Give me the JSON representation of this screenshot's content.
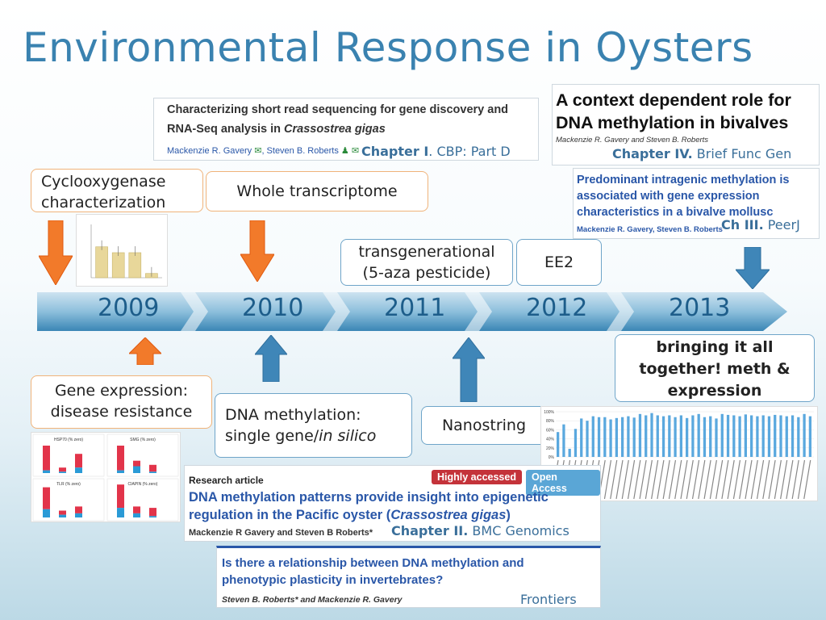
{
  "slide": {
    "title": "Environmental Response in Oysters"
  },
  "papers": {
    "cbp": {
      "title_line1": "Characterizing short read sequencing for gene discovery and",
      "title_line2_prefix": "RNA-Seq analysis in ",
      "title_line2_italic": "Crassostrea gigas",
      "authors": "Mackenzie R. Gavery",
      "authors2": ", Steven B. Roberts",
      "chapter_bold": "Chapter I",
      "chapter_rest": ". CBP: Part D"
    },
    "bfg": {
      "title_line1": "A context dependent role for",
      "title_line2": "DNA methylation in bivalves",
      "authors": "Mackenzie R. Gavery and Steven B. Roberts",
      "chapter_bold": "Chapter IV.",
      "chapter_rest": " Brief Func Gen"
    },
    "peerj": {
      "title_line1": "Predominant intragenic methylation is",
      "title_line2": "associated with gene expression",
      "title_line3": "characteristics in a bivalve mollusc",
      "authors": "Mackenzie R. Gavery, Steven B. Roberts",
      "chapter_bold": "Ch III.",
      "chapter_rest": " PeerJ"
    },
    "bmc": {
      "header": "Research article",
      "badge1": "Highly accessed",
      "badge2": "Open Access",
      "title_line1": "DNA methylation patterns provide insight into epigenetic",
      "title_line2_prefix": "regulation in the Pacific oyster (",
      "title_line2_italic": "Crassostrea gigas",
      "title_line2_suffix": ")",
      "authors": "Mackenzie R Gavery and Steven B Roberts*",
      "chapter_bold": "Chapter II.",
      "chapter_rest": " BMC Genomics"
    },
    "frontiers": {
      "title_line1": "Is there a relationship between DNA methylation and",
      "title_line2": "phenotypic plasticity in invertebrates?",
      "authors": "Steven B. Roberts* and Mackenzie R. Gavery",
      "journal": "Frontiers"
    }
  },
  "boxes": {
    "cox": "Cyclooxygenase characterization",
    "whole": "Whole transcriptome",
    "transgen_line1": "transgenerational",
    "transgen_line2": "(5-aza pesticide)",
    "ee2": "EE2",
    "gene_expr_line1": "Gene expression:",
    "gene_expr_line2": "disease resistance",
    "dna_meth_line1": "DNA methylation:",
    "dna_meth_line2_prefix": "single gene/",
    "dna_meth_line2_italic": "in silico",
    "nanostring": "Nanostring",
    "together": "bringing it all together! meth & expression"
  },
  "timeline": {
    "years": [
      "2009",
      "2010",
      "2011",
      "2012",
      "2013"
    ]
  },
  "charts": {
    "cox_bar": {
      "values": [
        0.58,
        0.47,
        0.47,
        0.08
      ],
      "categories": [
        "",
        "",
        "",
        ""
      ]
    },
    "gene_panels": {
      "titles": [
        "HSP70 (% zero)",
        "SMG (% zero)",
        "TLR (% zero)",
        "CIAPIN (% zero)"
      ]
    },
    "methylation_bars": {
      "yticks": [
        "0%",
        "20%",
        "40%",
        "60%",
        "80%",
        "100%"
      ],
      "values": [
        0.55,
        0.72,
        0.18,
        0.62,
        0.85,
        0.8,
        0.9,
        0.88,
        0.88,
        0.83,
        0.86,
        0.88,
        0.9,
        0.87,
        0.95,
        0.92,
        0.97,
        0.92,
        0.9,
        0.92,
        0.88,
        0.92,
        0.86,
        0.92,
        0.95,
        0.88,
        0.9,
        0.85,
        0.95,
        0.93,
        0.92,
        0.9,
        0.94,
        0.92,
        0.9,
        0.92,
        0.9,
        0.93,
        0.92,
        0.9,
        0.92,
        0.88,
        0.95,
        0.9
      ]
    }
  },
  "colors": {
    "title": "#3a82b0",
    "orange_arrow": "#f27a2a",
    "blue_arrow": "#3f86b8",
    "chapter": "#3a6f9a"
  }
}
